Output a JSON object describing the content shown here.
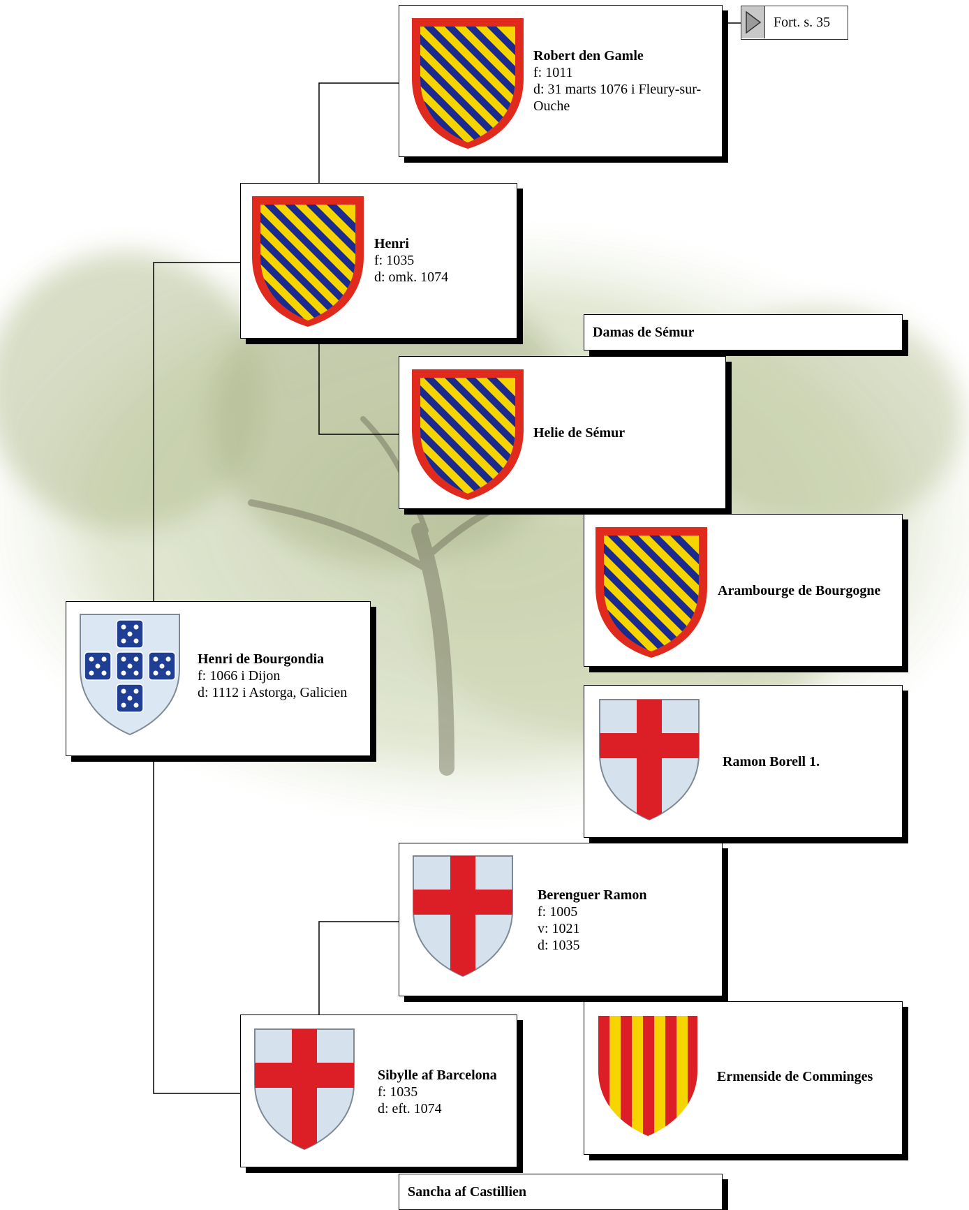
{
  "navigation": {
    "continue_label": "Fort. s. 35"
  },
  "colors": {
    "burgundy_field": "#f5d400",
    "burgundy_bend": "#1b2a8c",
    "burgundy_border": "#e02a1e",
    "portugal_field": "#dbe7f3",
    "portugal_quinas": "#1f3f95",
    "barcelona_field": "#d5e2ee",
    "barcelona_cross": "#dc1f26",
    "comminges_or": "#f5d400",
    "comminges_gules": "#dc1f26"
  },
  "persons": {
    "robert": {
      "name": "Robert den Gamle",
      "born": "f: 1011",
      "died": "d: 31 marts 1076 i Fleury-sur-",
      "died_cont": "Ouche",
      "arms": "burgundy-arms-icon"
    },
    "henri": {
      "name": "Henri",
      "born": "f: 1035",
      "died": "d: omk. 1074",
      "arms": "burgundy-arms-icon"
    },
    "damas": {
      "name": "Damas de Sémur"
    },
    "helie": {
      "name": "Helie de Sémur",
      "arms": "burgundy-arms-icon"
    },
    "arambourge": {
      "name": "Arambourge de Bourgogne",
      "arms": "burgundy-arms-icon"
    },
    "henri_bourgondia": {
      "name": "Henri de Bourgondia",
      "born": "f: 1066 i Dijon",
      "died": "d: 1112 i Astorga, Galicien",
      "arms": "portugal-arms-icon"
    },
    "ramon_borell": {
      "name": "Ramon Borell 1.",
      "arms": "barcelona-arms-icon"
    },
    "berenguer": {
      "name": "Berenguer Ramon",
      "born": "f: 1005",
      "reign": "v: 1021",
      "died": "d: 1035",
      "arms": "barcelona-arms-icon"
    },
    "sibylle": {
      "name": "Sibylle af Barcelona",
      "born": "f: 1035",
      "died": "d: eft. 1074",
      "arms": "barcelona-arms-icon"
    },
    "ermenside": {
      "name": "Ermenside de Comminges",
      "arms": "comminges-arms-icon"
    },
    "sancha": {
      "name": "Sancha af Castillien"
    }
  }
}
